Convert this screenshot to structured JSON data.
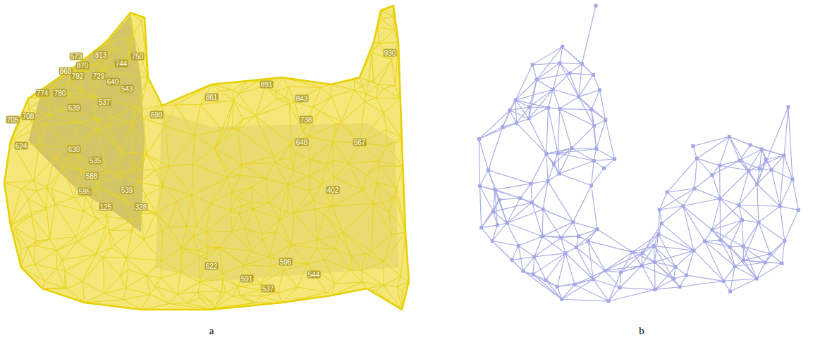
{
  "diagram": {
    "labels": [
      "a",
      "b",
      "573",
      "813",
      "750",
      "870",
      "744",
      "868",
      "792",
      "729",
      "640",
      "543",
      "774",
      "780",
      "708",
      "639",
      "537",
      "705",
      "624",
      "630",
      "699",
      "861",
      "891",
      "843",
      "930",
      "738",
      "648",
      "567",
      "402",
      "535",
      "588",
      "595",
      "539",
      "328",
      "125",
      "622",
      "591",
      "596",
      "544",
      "537"
    ]
  }
}
